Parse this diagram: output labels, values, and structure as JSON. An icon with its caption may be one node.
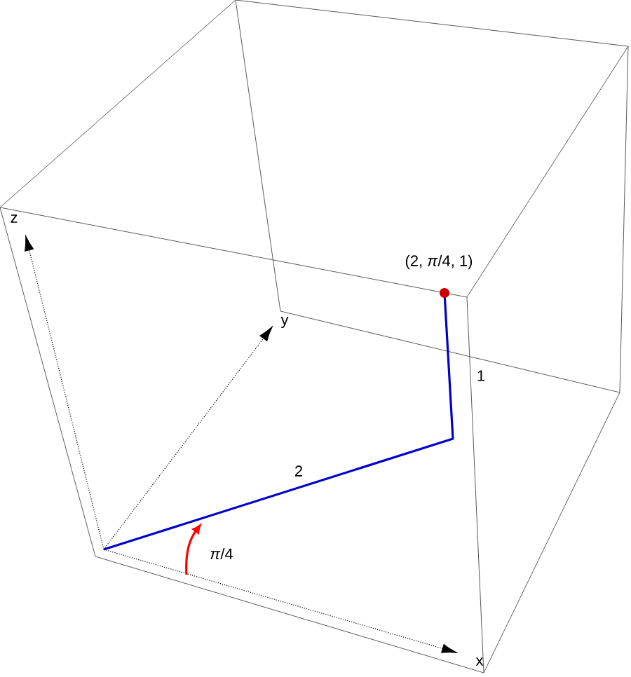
{
  "diagram": {
    "labels": [
      "z",
      "(2, *π*/4, 1)",
      "y",
      "1",
      "2",
      "*π*/4",
      "x"
    ]
  }
}
